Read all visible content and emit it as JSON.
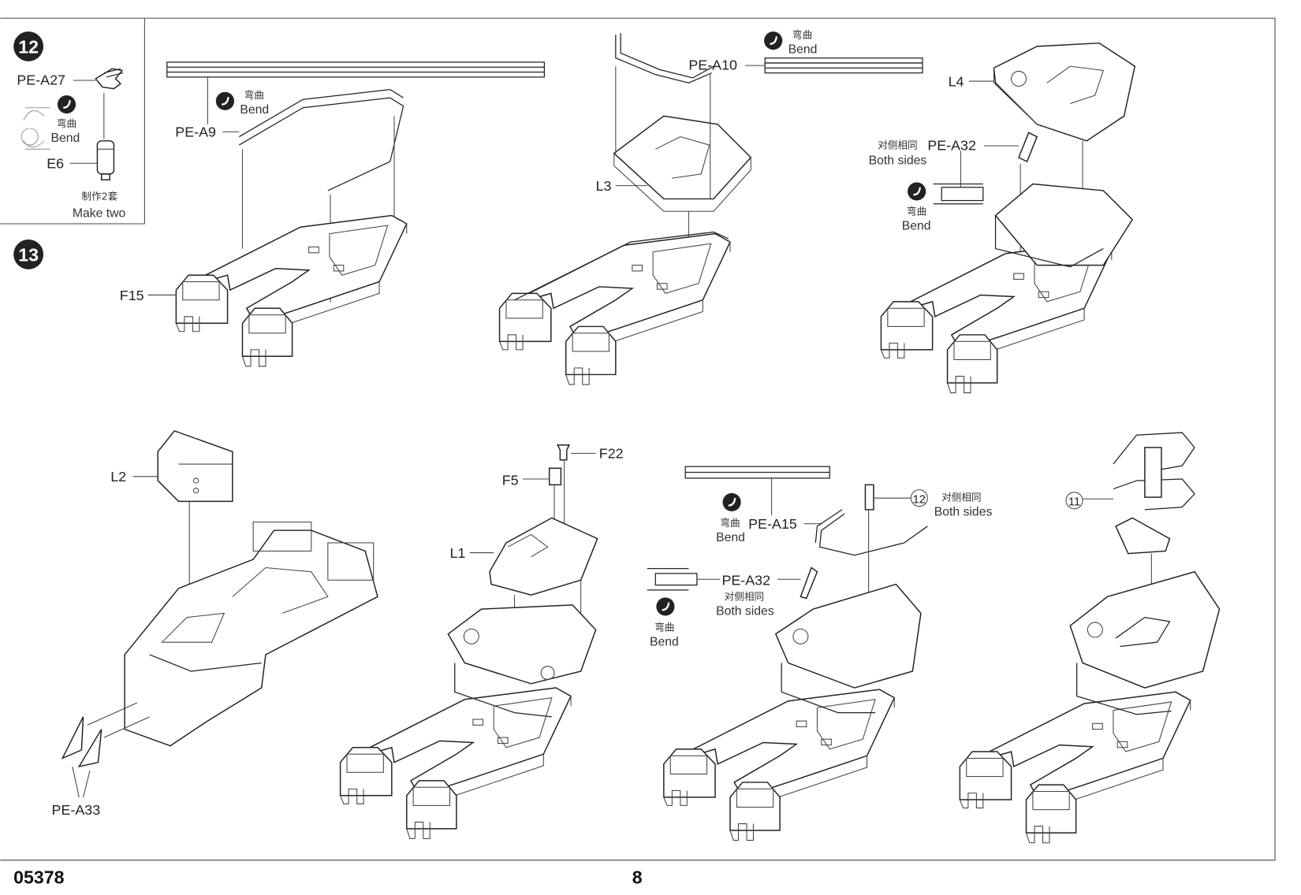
{
  "page": {
    "kit_number": "05378",
    "page_number": "8"
  },
  "steps": [
    {
      "number": "12",
      "parts": {
        "pe_a27": "PE-A27",
        "e6": "E6"
      },
      "bend": {
        "cn": "弯曲",
        "en": "Bend"
      },
      "note": {
        "cn": "制作2套",
        "en": "Make two"
      }
    },
    {
      "number": "13",
      "parts": {
        "pe_a9": "PE-A9",
        "f15": "F15",
        "pe_a10": "PE-A10",
        "l3": "L3",
        "l4": "L4",
        "pe_a32": "PE-A32",
        "l2": "L2",
        "pe_a33": "PE-A33",
        "f22": "F22",
        "f5": "F5",
        "l1": "L1",
        "pe_a15": "PE-A15",
        "ref_12": "12",
        "ref_11": "11"
      },
      "bend": {
        "cn": "弯曲",
        "en": "Bend"
      },
      "both_sides": {
        "cn": "对侧相同",
        "en": "Both sides"
      }
    }
  ],
  "icons": {
    "bend": "bend-icon",
    "step_badge": "step-number-badge"
  }
}
